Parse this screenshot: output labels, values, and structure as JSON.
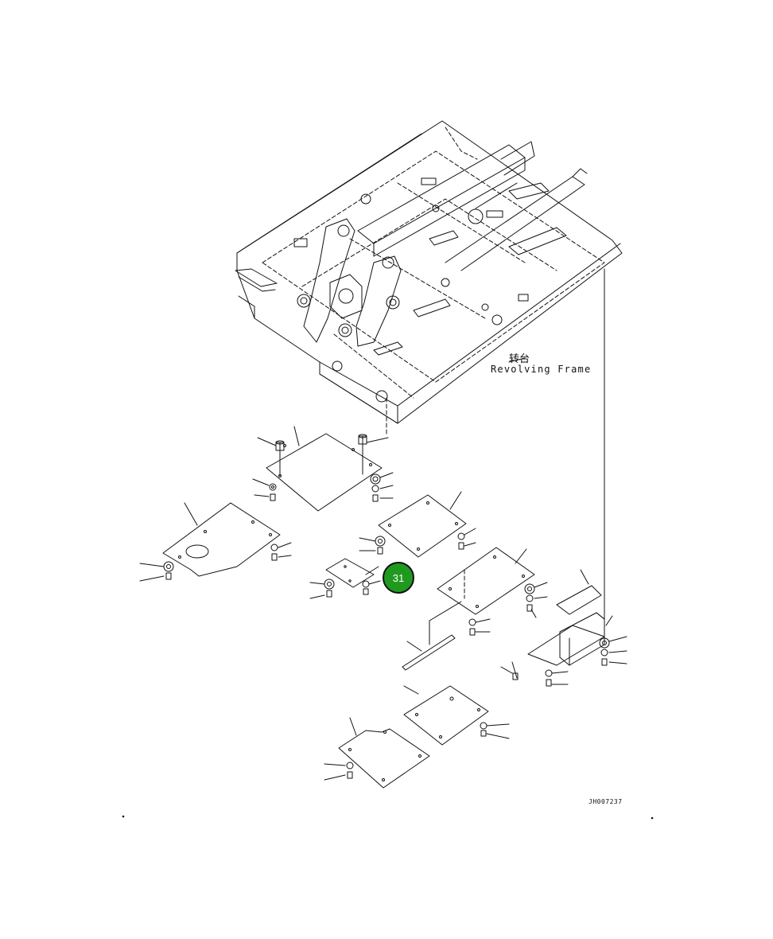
{
  "labels": {
    "frame_cn": "转台",
    "frame_en": "Revolving Frame",
    "drawing_id": "JH007237"
  },
  "callout": {
    "number": "31",
    "color": "#1f9a1f"
  }
}
